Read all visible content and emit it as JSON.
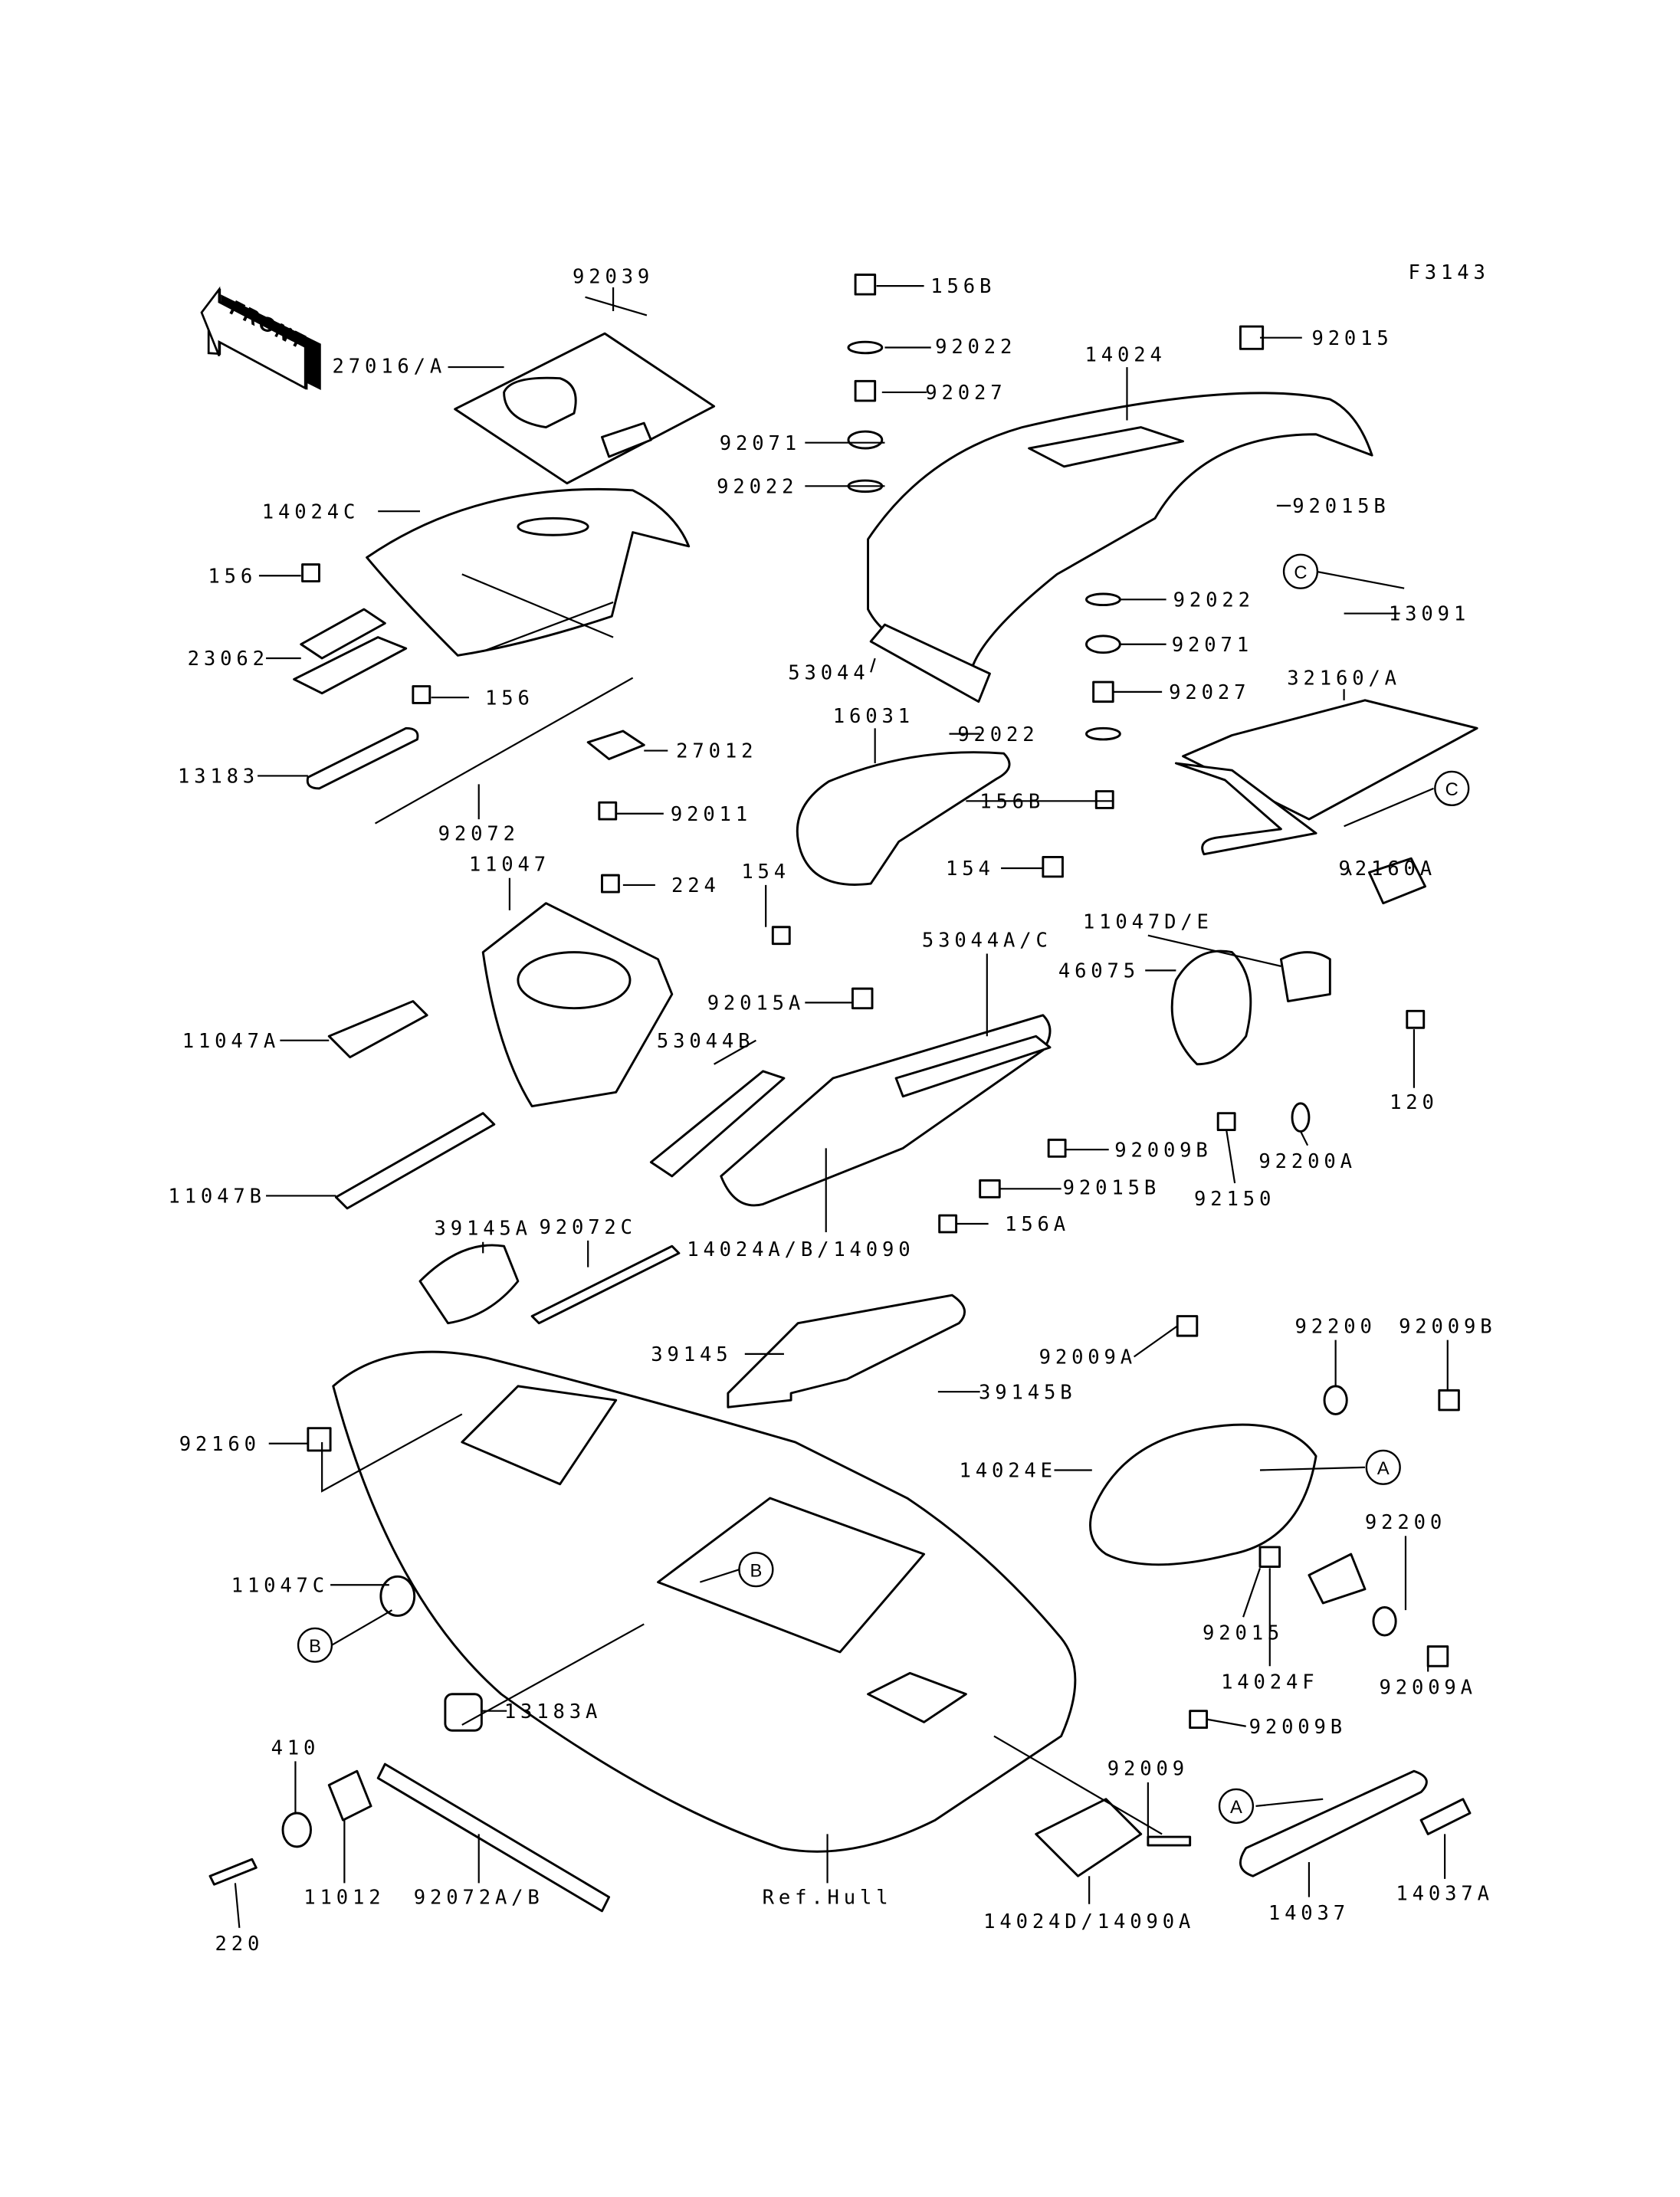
{
  "figure_code": "F3143",
  "front_logo": "FRONT",
  "labels": [
    "92039",
    "27016/A",
    "156B",
    "92022",
    "92027",
    "14024",
    "92015",
    "92071",
    "92022",
    "14024C",
    "92015B",
    "156",
    "13091",
    "92022",
    "92071",
    "23062",
    "156",
    "32160/A",
    "92027",
    "53044",
    "92022",
    "16031",
    "13183",
    "27012",
    "92011",
    "92072",
    "156B",
    "154",
    "92160A",
    "11047",
    "224",
    "154",
    "11047D/E",
    "53044A/C",
    "46075",
    "92015A",
    "11047A",
    "53044B",
    "120",
    "92009B",
    "92200A",
    "92150",
    "11047B",
    "92015B",
    "39145A",
    "92072C",
    "156A",
    "14024A/B/14090",
    "92200",
    "92009B",
    "39145",
    "92009A",
    "39145B",
    "92160",
    "14024E",
    "11047C",
    "92200",
    "92015",
    "14024F",
    "92009A",
    "13183A",
    "92009B",
    "410",
    "92009",
    "11012",
    "92072A/B",
    "Ref.Hull",
    "14024D/14090A",
    "14037",
    "14037A",
    "220"
  ],
  "callouts": [
    "C",
    "C",
    "A",
    "B",
    "B",
    "A"
  ]
}
